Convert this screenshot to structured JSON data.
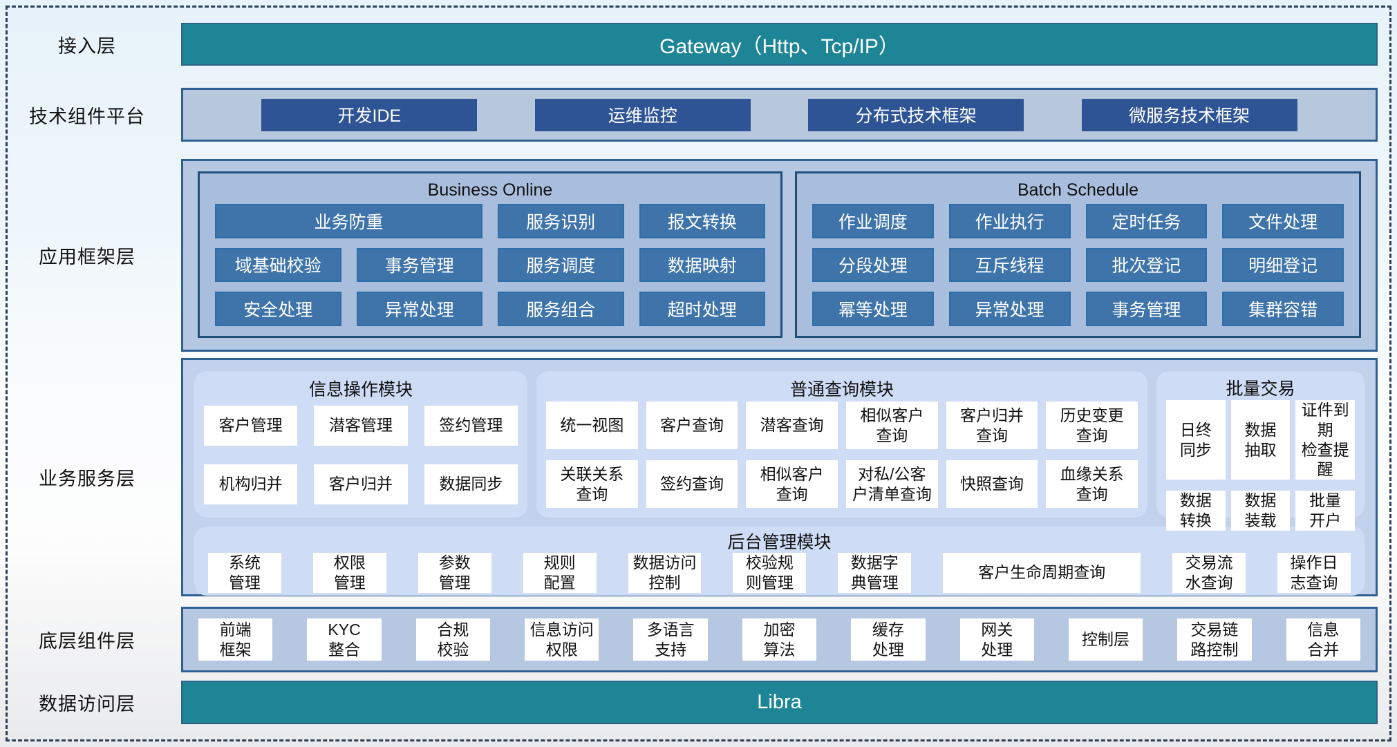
{
  "colors": {
    "teal": "#1e8596",
    "navy_button": "#2e5496",
    "steel_button": "#3e74aa",
    "panel_blue": "#b5c7e1",
    "module_blue": "#cfdcf5",
    "border_navy": "#2e6093"
  },
  "layers": {
    "access": {
      "label": "接入层",
      "gateway": "Gateway（Http、Tcp/IP）"
    },
    "tech": {
      "label": "技术组件平台",
      "items": [
        "开发IDE",
        "运维监控",
        "分布式技术框架",
        "微服务技术框架"
      ]
    },
    "app": {
      "label": "应用框架层",
      "business_online": {
        "title": "Business Online",
        "items": [
          "业务防重",
          "服务识别",
          "报文转换",
          "域基础校验",
          "事务管理",
          "服务调度",
          "数据映射",
          "安全处理",
          "异常处理",
          "服务组合",
          "超时处理"
        ]
      },
      "batch_schedule": {
        "title": "Batch Schedule",
        "items": [
          "作业调度",
          "作业执行",
          "定时任务",
          "文件处理",
          "分段处理",
          "互斥线程",
          "批次登记",
          "明细登记",
          "幂等处理",
          "异常处理",
          "事务管理",
          "集群容错"
        ]
      }
    },
    "biz": {
      "label": "业务服务层",
      "info_module": {
        "title": "信息操作模块",
        "items": [
          "客户管理",
          "潜客管理",
          "签约管理",
          "机构归并",
          "客户归并",
          "数据同步"
        ]
      },
      "query_module": {
        "title": "普通查询模块",
        "items": [
          "统一视图",
          "客户查询",
          "潜客查询",
          "相似客户\n查询",
          "客户归并\n查询",
          "历史变更\n查询",
          "关联关系\n查询",
          "签约查询",
          "相似客户\n查询",
          "对私/公客\n户清单查询",
          "快照查询",
          "血缘关系\n查询"
        ]
      },
      "batch_module": {
        "title": "批量交易",
        "items": [
          "日终\n同步",
          "数据\n抽取",
          "证件到期\n检查提醒",
          "数据\n转换",
          "数据\n装载",
          "批量\n开户"
        ]
      },
      "admin_module": {
        "title": "后台管理模块",
        "items": [
          "系统\n管理",
          "权限\n管理",
          "参数\n管理",
          "规则\n配置",
          "数据访问\n控制",
          "校验规\n则管理",
          "数据字\n典管理",
          "客户生命周期查询",
          "交易流\n水查询",
          "操作日\n志查询"
        ]
      }
    },
    "base": {
      "label": "底层组件层",
      "items": [
        "前端\n框架",
        "KYC\n整合",
        "合规\n校验",
        "信息访问\n权限",
        "多语言\n支持",
        "加密\n算法",
        "缓存\n处理",
        "网关\n处理",
        "控制层",
        "交易链\n路控制",
        "信息\n合并"
      ]
    },
    "data_access": {
      "label": "数据访问层",
      "bar": "Libra"
    }
  }
}
